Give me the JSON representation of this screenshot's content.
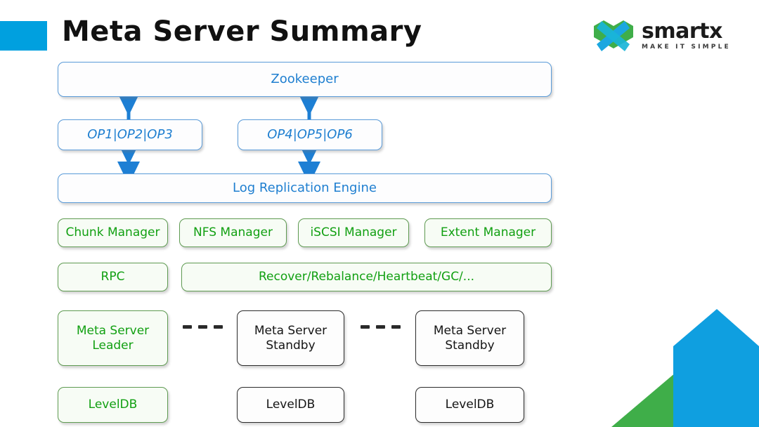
{
  "slide": {
    "title": "Meta Server Summary",
    "accent_color": "#00A0DF"
  },
  "logo": {
    "name": "smartx",
    "tagline": "MAKE IT SIMPLE",
    "mark_green": "#3fae49",
    "mark_blue": "#1ba7e0"
  },
  "diagram": {
    "zookeeper": {
      "label": "Zookeeper"
    },
    "op_groups": [
      {
        "label": "OP1|OP2|OP3"
      },
      {
        "label": "OP4|OP5|OP6"
      }
    ],
    "log_engine": {
      "label": "Log Replication Engine"
    },
    "managers": [
      {
        "label": "Chunk Manager"
      },
      {
        "label": "NFS Manager"
      },
      {
        "label": "iSCSI Manager"
      },
      {
        "label": "Extent Manager"
      }
    ],
    "services": [
      {
        "label": "RPC"
      },
      {
        "label": "Recover/Rebalance/Heartbeat/GC/..."
      }
    ],
    "meta_servers": [
      {
        "label": "Meta Server\nLeader",
        "role": "leader"
      },
      {
        "label": "Meta Server\nStandby",
        "role": "standby"
      },
      {
        "label": "Meta Server\nStandby",
        "role": "standby"
      }
    ],
    "storage": [
      {
        "label": "LevelDB",
        "role": "leader"
      },
      {
        "label": "LevelDB",
        "role": "standby"
      },
      {
        "label": "LevelDB",
        "role": "standby"
      }
    ],
    "colors": {
      "blue_border": "#5a9bd8",
      "blue_text": "#1f7fd0",
      "green_border": "#5f9b52",
      "green_text": "#12a012",
      "dark_border": "#2b2b2b",
      "arrow": "#1d7fd4"
    }
  }
}
